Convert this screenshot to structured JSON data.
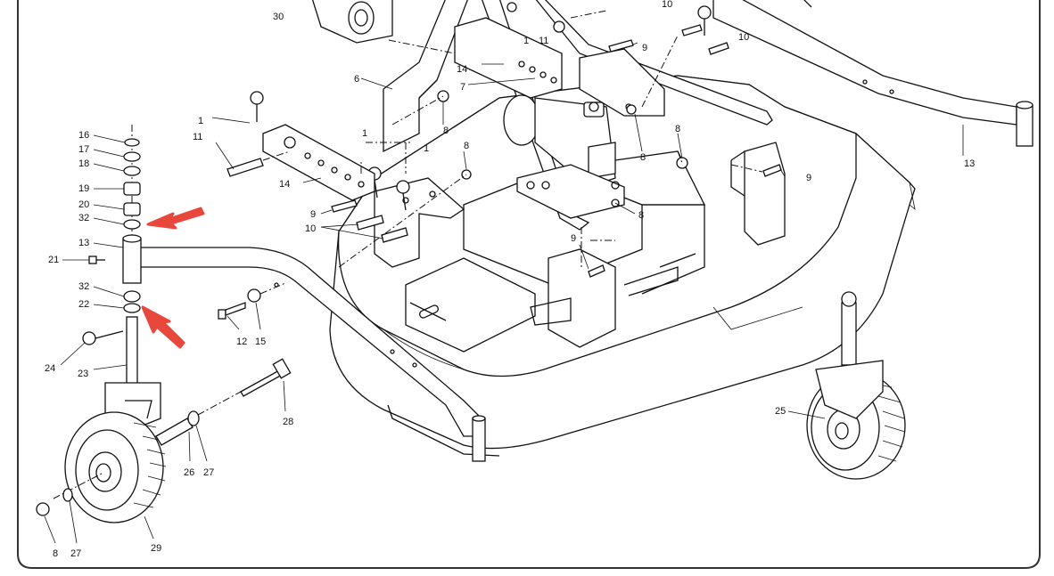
{
  "diagram": {
    "part_labels": [
      {
        "id": "l30",
        "text": "30"
      },
      {
        "id": "l11a",
        "text": "11"
      },
      {
        "id": "l1a",
        "text": "1"
      },
      {
        "id": "l10a",
        "text": "10"
      },
      {
        "id": "l9a",
        "text": "9"
      },
      {
        "id": "l10b",
        "text": "10"
      },
      {
        "id": "l14a",
        "text": "14"
      },
      {
        "id": "l7",
        "text": "7"
      },
      {
        "id": "l6",
        "text": "6"
      },
      {
        "id": "l8a",
        "text": "8"
      },
      {
        "id": "l1b",
        "text": "1"
      },
      {
        "id": "l11b",
        "text": "11"
      },
      {
        "id": "l1c",
        "text": "1"
      },
      {
        "id": "l1d",
        "text": "1"
      },
      {
        "id": "l8b",
        "text": "8"
      },
      {
        "id": "l14b",
        "text": "14"
      },
      {
        "id": "l9b",
        "text": "9"
      },
      {
        "id": "l10c",
        "text": "10"
      },
      {
        "id": "l8c",
        "text": "8"
      },
      {
        "id": "l8d",
        "text": "8"
      },
      {
        "id": "l9c",
        "text": "9"
      },
      {
        "id": "l8e",
        "text": "8"
      },
      {
        "id": "l9d",
        "text": "9"
      },
      {
        "id": "l13a",
        "text": "13"
      },
      {
        "id": "l16",
        "text": "16"
      },
      {
        "id": "l17",
        "text": "17"
      },
      {
        "id": "l18",
        "text": "18"
      },
      {
        "id": "l19",
        "text": "19"
      },
      {
        "id": "l20",
        "text": "20"
      },
      {
        "id": "l32a",
        "text": "32"
      },
      {
        "id": "l13b",
        "text": "13"
      },
      {
        "id": "l21",
        "text": "21"
      },
      {
        "id": "l32b",
        "text": "32"
      },
      {
        "id": "l22",
        "text": "22"
      },
      {
        "id": "l24",
        "text": "24"
      },
      {
        "id": "l23",
        "text": "23"
      },
      {
        "id": "l12",
        "text": "12"
      },
      {
        "id": "l15",
        "text": "15"
      },
      {
        "id": "l28",
        "text": "28"
      },
      {
        "id": "l26",
        "text": "26"
      },
      {
        "id": "l27a",
        "text": "27"
      },
      {
        "id": "l25",
        "text": "25"
      },
      {
        "id": "l8f",
        "text": "8"
      },
      {
        "id": "l27b",
        "text": "27"
      },
      {
        "id": "l29",
        "text": "29"
      }
    ],
    "colors": {
      "line": "#111111",
      "arrow": "#e8473c",
      "background": "#ffffff",
      "frame": "#333333"
    }
  }
}
